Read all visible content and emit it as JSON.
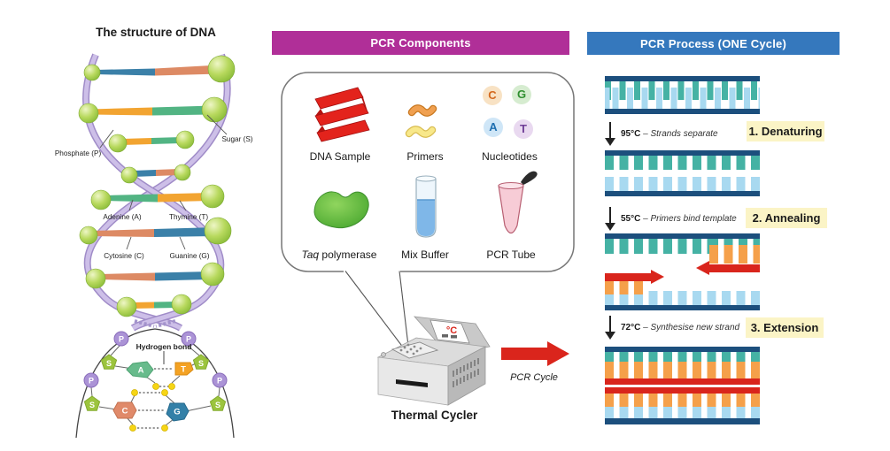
{
  "left_panel": {
    "title": "The structure of DNA",
    "labels": {
      "phosphate": "Phosphate (P)",
      "sugar": "Sugar (S)",
      "adenine": "Adenine (A)",
      "thymine": "Thymine (T)",
      "cytosine": "Cytosine (C)",
      "guanine": "Guanine (G)",
      "hydrogen_bond": "Hydrogen bond"
    },
    "flat": {
      "p": "P",
      "s": "S",
      "a": "A",
      "t": "T",
      "c": "C",
      "g": "G"
    }
  },
  "components_panel": {
    "header": "PCR Components",
    "item_labels": {
      "dna_sample": "DNA Sample",
      "primers": "Primers",
      "nucleotides": "Nucleotides",
      "taq_italic": "Taq",
      "taq_rest": " polymerase",
      "mix_buffer": "Mix Buffer",
      "pcr_tube": "PCR Tube"
    },
    "nucleotide_letters": {
      "c": "C",
      "g": "G",
      "a": "A",
      "t": "T"
    },
    "thermal_cycler_label": "Thermal Cycler",
    "display_text": "°C",
    "cycle_label": "PCR Cycle"
  },
  "process_panel": {
    "header": "PCR Process  (ONE Cycle)",
    "steps": [
      {
        "temp": "95°C",
        "desc": "– Strands separate",
        "badge": "1. Denaturing"
      },
      {
        "temp": "55°C",
        "desc": "– Primers bind template",
        "badge": "2. Annealing"
      },
      {
        "temp": "72°C",
        "desc": "– Synthesise new strand",
        "badge": "3. Extension"
      }
    ]
  },
  "colors": {
    "components_banner": "#b02f98",
    "process_banner": "#3578bd",
    "badge_bg": "#fbf4c6",
    "strand_navy": "#1c4f7d",
    "strand_teal": "#45b2a4",
    "strand_lightblue": "#a8d9f0",
    "primer_orange": "#f5a04a",
    "new_strand_red": "#d9251c",
    "backbone_lavender": "#c9b9e6",
    "sugar_sphere_green": "#a9d14f"
  }
}
